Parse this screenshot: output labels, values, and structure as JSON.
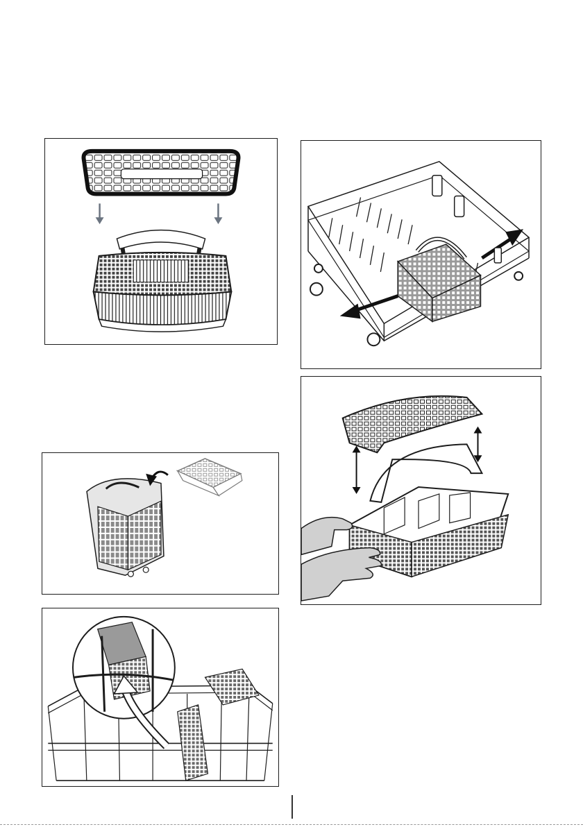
{
  "page": {
    "figures": [
      {
        "id": "fig-cutlery-basket-grid-top",
        "icon": "cutlery-basket-with-grid-icon",
        "arrows": "down"
      },
      {
        "id": "fig-basket-slide-in-rack",
        "icon": "lower-rack-basket-slide-icon",
        "arrows": "horizontal"
      },
      {
        "id": "fig-basket-grid-lift",
        "icon": "hands-basket-grid-lift-icon",
        "arrows": "vertical"
      },
      {
        "id": "fig-basket-grid-fold",
        "icon": "single-basket-grid-fold-icon",
        "arrows": "curved"
      },
      {
        "id": "fig-basket-rack-detail",
        "icon": "rack-zoom-detail-icon",
        "arrows": "curved-up"
      }
    ]
  },
  "colors": {
    "line": "#1c1c1c",
    "arrow": "#6b7480",
    "shade": "#9a9a9a",
    "hand": "#d0d0d0"
  }
}
